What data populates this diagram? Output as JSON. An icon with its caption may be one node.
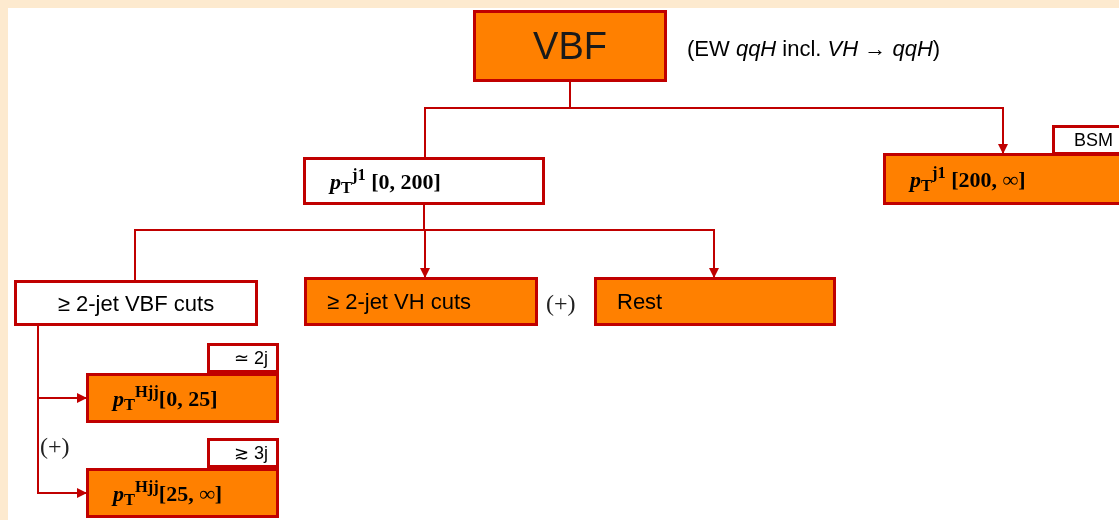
{
  "diagram": {
    "nodes": [
      {
        "text": [
          "VBF"
        ],
        "beside": [
          "(EW *qqH* incl. *VH* → *qqH*)"
        ]
      },
      {
        "text": [
          "*p*$_{T}$$^{j1}$ [0, 200]"
        ]
      },
      {
        "text": [
          "BSM"
        ]
      },
      {
        "text": [
          "*p*$_{T}$$^{j1}$ [200, ∞]"
        ]
      },
      {
        "text": [
          "≥ 2-jet VBF cuts"
        ]
      },
      {
        "text": [
          "≥ 2-jet VH cuts"
        ]
      },
      {
        "text": [
          "Rest"
        ]
      },
      {
        "text": [
          "≃ 2j"
        ]
      },
      {
        "text": [
          "*p*$_{T}$$^{Hjj}$[0, 25]"
        ]
      },
      {
        "text": [
          "≳ 3j"
        ]
      },
      {
        "text": [
          "*p*$_{T}$$^{Hjj}$[25, ∞]"
        ]
      }
    ],
    "edges": [
      {
        "from": 0,
        "to": 1,
        "arrow": "none"
      },
      {
        "from": 0,
        "to": 3,
        "arrow": "to"
      },
      {
        "from": 1,
        "to": 4,
        "arrow": "none"
      },
      {
        "from": 1,
        "to": 5,
        "arrow": "to"
      },
      {
        "from": 1,
        "to": 6,
        "arrow": "to"
      },
      {
        "from": 4,
        "to": 8,
        "arrow": "to"
      },
      {
        "from": 4,
        "to": 10,
        "arrow": "to"
      }
    ],
    "labels": [
      "(+)",
      "(+)"
    ]
  }
}
